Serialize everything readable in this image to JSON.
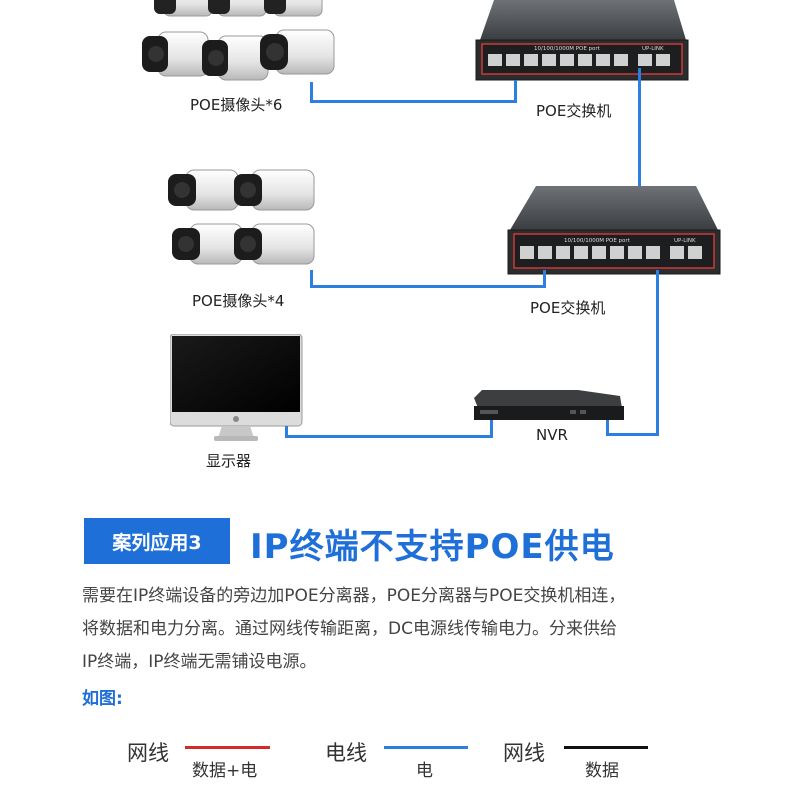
{
  "diagram": {
    "cam_group_1_label": "POE摄像头*6",
    "cam_group_2_label": "POE摄像头*4",
    "switch_1_label": "POE交换机",
    "switch_2_label": "POE交换机",
    "switch_port_text": "10/100/1000M POE port",
    "switch_uplink_text": "UP-LINK",
    "monitor_label": "显示器",
    "nvr_label": "NVR",
    "wire_color": "#2c7fe0"
  },
  "case": {
    "badge": "案列应用3",
    "title": "IP终端不支持POE供电",
    "paragraph": [
      "需要在IP终端设备的旁边加POE分离器，POE分离器与POE交换机相连，",
      "将数据和电力分离。通过网线传输距离，DC电源线传输电力。分来供给",
      "IP终端，IP终端无需铺设电源。"
    ],
    "figure_label": "如图:"
  },
  "legend": [
    {
      "word": "网线",
      "sub": "数据+电",
      "color": "#d42a2a"
    },
    {
      "word": "电线",
      "sub": "电",
      "color": "#2c7fe0"
    },
    {
      "word": "网线",
      "sub": "数据",
      "color": "#111111"
    }
  ]
}
